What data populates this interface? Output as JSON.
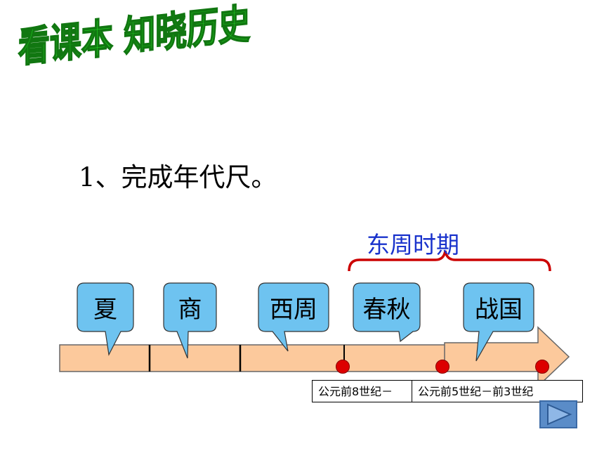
{
  "header": {
    "title": "看课本 知晓历史"
  },
  "main": {
    "subtitle": "1、完成年代尺。",
    "bracket_label": "东周时期",
    "eras": [
      {
        "label": "夏"
      },
      {
        "label": "商"
      },
      {
        "label": "西周"
      },
      {
        "label": "春秋"
      },
      {
        "label": "战国"
      }
    ],
    "date_labels": [
      {
        "text": "公元前8世纪－"
      },
      {
        "text": "公元前5世纪－前3世纪"
      }
    ]
  },
  "nav": {
    "icon": "play-next-icon"
  },
  "colors": {
    "title_green": "#22dd22",
    "title_outline": "#117711",
    "callout_fill": "#6ec3f0",
    "bar_fill": "#fcc99c",
    "bracket_red": "#cc0000",
    "label_blue": "#1a33cc",
    "marker_red": "#dd0000"
  }
}
